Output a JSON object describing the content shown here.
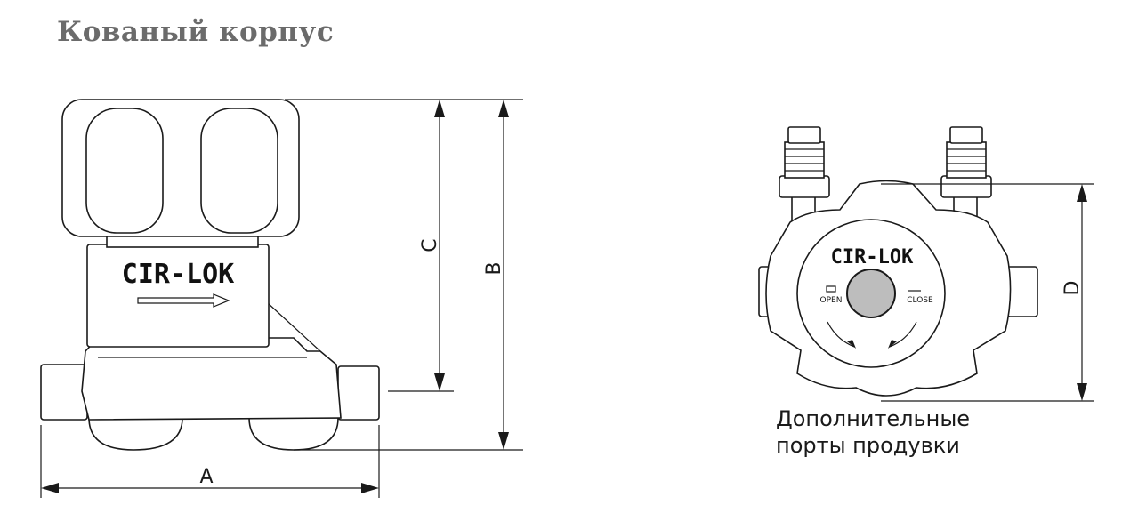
{
  "title": "Кованый корпус",
  "dimensions": {
    "a": "A",
    "b": "B",
    "c": "C",
    "d": "D"
  },
  "brand_logo": "CIR-LOK",
  "dial": {
    "open_label": "OPEN",
    "close_label": "CLOSE"
  },
  "caption": {
    "line1": "Дополнительные",
    "line2": "порты продувки"
  }
}
